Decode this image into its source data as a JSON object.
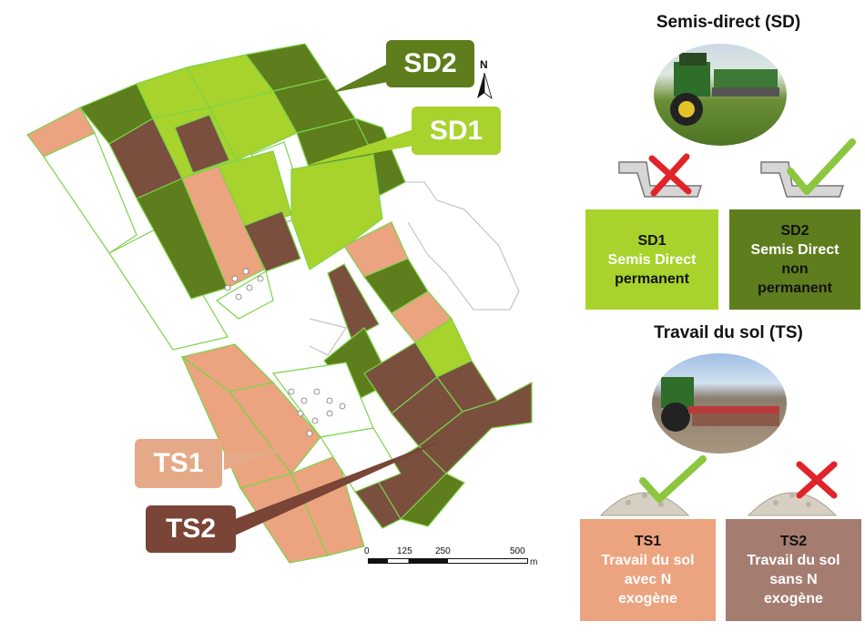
{
  "map": {
    "north_label": "N",
    "callouts": {
      "sd2": "SD2",
      "sd1": "SD1",
      "ts1": "TS1",
      "ts2": "TS2"
    },
    "scale_bar": {
      "ticks": [
        "0",
        "125",
        "250",
        "500"
      ],
      "unit": "m"
    },
    "colors": {
      "sd1": "#a8d32c",
      "sd2": "#5e7d1c",
      "ts1": "#eba47f",
      "ts2": "#7a4f3e"
    }
  },
  "legend": {
    "semis_direct": {
      "heading": "Semis-direct (SD)",
      "sd1": {
        "code": "SD1",
        "line1": "Semis Direct",
        "line2": "permanent",
        "line3": ""
      },
      "sd2": {
        "code": "SD2",
        "line1": "Semis Direct",
        "line2": "non",
        "line3": "permanent"
      }
    },
    "travail_du_sol": {
      "heading": "Travail du sol (TS)",
      "ts1": {
        "code": "TS1",
        "line1": "Travail du sol",
        "line2": "avec N",
        "line3": "exogène"
      },
      "ts2": {
        "code": "TS2",
        "line1": "Travail du sol",
        "line2": "sans N",
        "line3": "exogène"
      }
    }
  }
}
